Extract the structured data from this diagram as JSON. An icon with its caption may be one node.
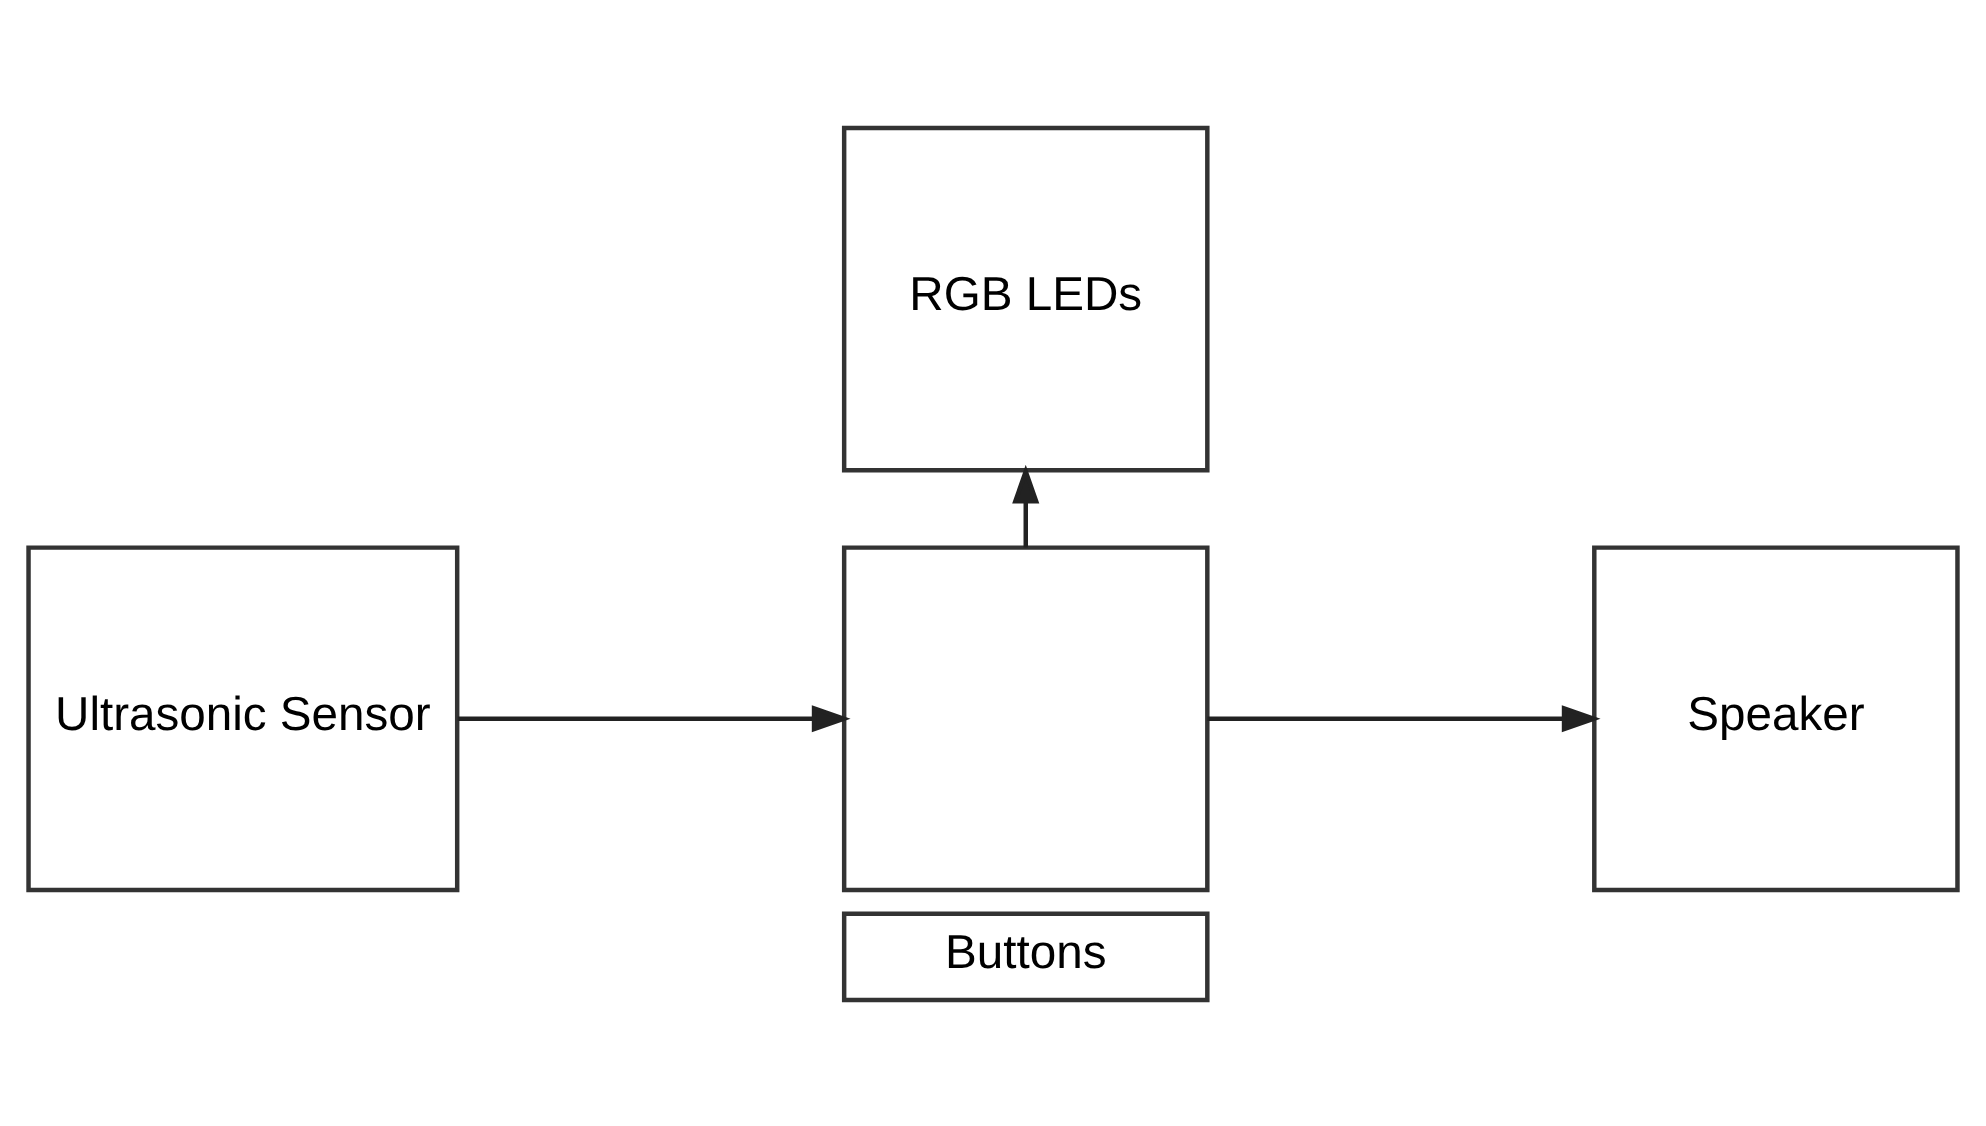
{
  "diagram": {
    "nodes": [
      {
        "text": [
          "RGB LEDs"
        ]
      },
      {
        "text": [
          "Ultrasonic Sensor"
        ]
      },
      {
        "text": [],
        "shape": "box"
      },
      {
        "text": [
          "Speaker"
        ]
      },
      {
        "text": [
          "Buttons"
        ]
      }
    ],
    "edges": [
      {
        "from": 2,
        "to": 0,
        "arrow": "to"
      },
      {
        "from": 1,
        "to": 2,
        "arrow": "to"
      },
      {
        "from": 2,
        "to": 3,
        "arrow": "to"
      }
    ]
  }
}
